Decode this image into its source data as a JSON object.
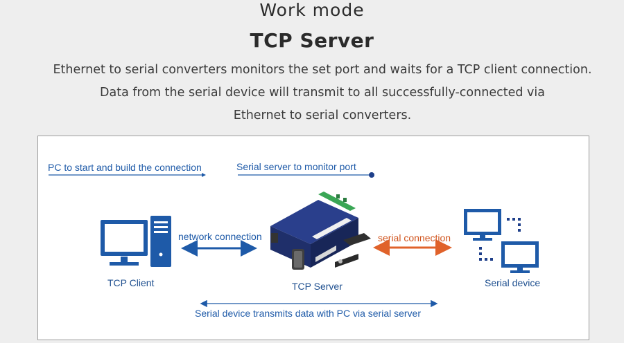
{
  "header": {
    "title": "Work mode",
    "subtitle": "TCP Server",
    "description_lines": [
      "Ethernet to serial converters monitors the set port and waits for a TCP client connection.",
      "Data from the serial device will transmit to all successfully-connected via",
      "Ethernet to serial converters."
    ]
  },
  "diagram": {
    "pc_note": "PC to start and build the connection",
    "server_note": "Serial server to monitor port",
    "network_label": "network connection",
    "serial_label": "serial connection",
    "client_label": "TCP Client",
    "server_label": "TCP Server",
    "device_label": "Serial device",
    "bottom_label": "Serial device transmits data with PC via serial server"
  },
  "colors": {
    "blue": "#1e5aa8",
    "orange": "#e0622a",
    "device_body": "#2a3f8c",
    "terminal_green": "#3aa655"
  }
}
